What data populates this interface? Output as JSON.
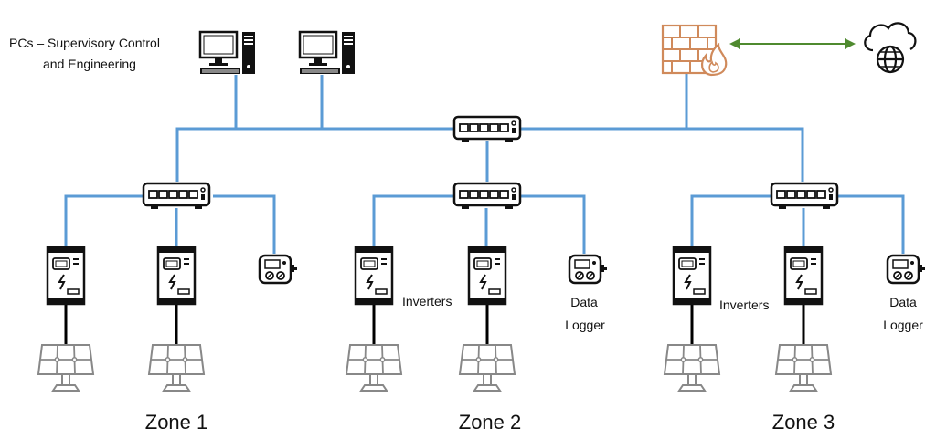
{
  "header": {
    "pcs_label_line1": "PCs – Supervisory Control",
    "pcs_label_line2": "and Engineering"
  },
  "zones": [
    {
      "title": "Zone 1"
    },
    {
      "title": "Zone 2",
      "inverters_label": "Inverters",
      "logger_label_line1": "Data",
      "logger_label_line2": "Logger"
    },
    {
      "title": "Zone 3",
      "inverters_label": "Inverters",
      "logger_label_line1": "Data",
      "logger_label_line2": "Logger"
    }
  ],
  "icons": [
    "pc-icon",
    "switch-icon",
    "firewall-icon",
    "cloud-internet-icon",
    "inverter-icon",
    "data-logger-icon",
    "solar-panel-icon"
  ],
  "colors": {
    "network_link": "#5b9bd5",
    "firewall": "#d08a5b",
    "internet_link": "#4f8a2f",
    "panel_line": "#888888",
    "dc_link": "#000000"
  }
}
